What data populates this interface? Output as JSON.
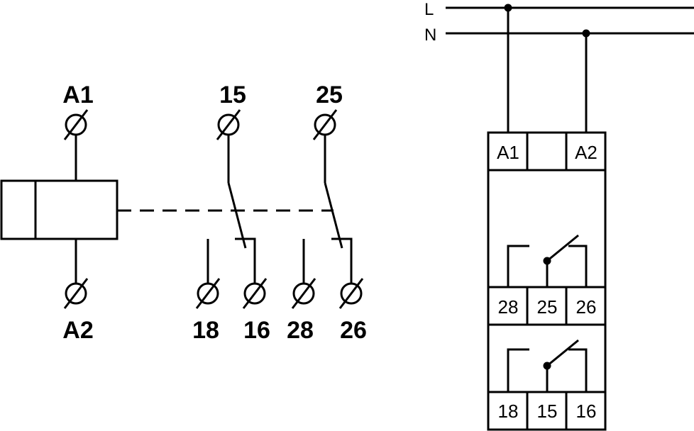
{
  "left": {
    "coil_top": "A1",
    "coil_bottom": "A2",
    "common_1": "15",
    "common_2": "25",
    "bottom": [
      "18",
      "16",
      "28",
      "26"
    ]
  },
  "right": {
    "lines": [
      "L",
      "N"
    ],
    "top_row": [
      "A1",
      "",
      "A2"
    ],
    "middle_row": [
      "28",
      "25",
      "26"
    ],
    "bottom_row": [
      "18",
      "15",
      "16"
    ]
  },
  "colors": {
    "ink": "#000000",
    "background": "#ffffff"
  }
}
